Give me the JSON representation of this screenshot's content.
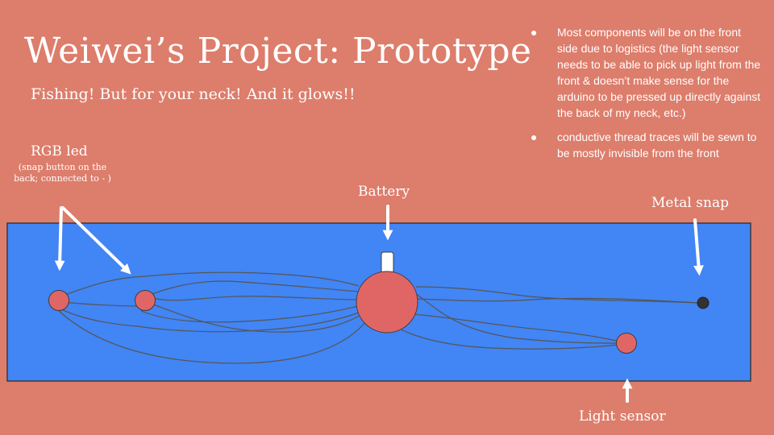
{
  "slide": {
    "title": "Weiwei’s Project: Prototype",
    "subtitle": "Fishing! But for your neck! And it glows!!"
  },
  "bullets": [
    {
      "text": "Most components will be on the front side due to logistics (the light sensor needs to be able to pick up light from the front & doesn’t make sense for the arduino to be pressed up directly against the back of my neck, etc.)"
    },
    {
      "text": "conductive thread traces will be sewn to be mostly invisible from the front"
    }
  ],
  "labels": {
    "rgb_led": "RGB led",
    "rgb_led_note": "(snap button on the back; connected to - )",
    "battery": "Battery",
    "metal_snap": "Metal snap",
    "light_sensor": "Light sensor"
  },
  "colors": {
    "background": "#dd7d6b",
    "fabric": "#4285f4",
    "component": "#e06666",
    "thread": "#555555",
    "snap": "#333333"
  }
}
